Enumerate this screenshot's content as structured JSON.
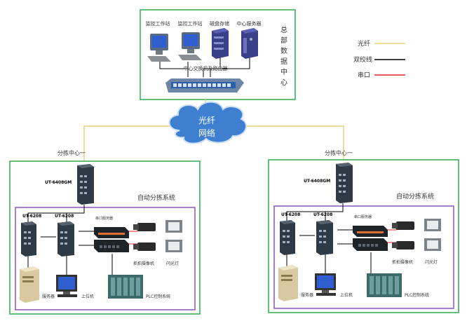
{
  "hq": {
    "title_chars": [
      "总",
      "部",
      "数",
      "据",
      "中",
      "心"
    ],
    "workstation1": "监控工作站",
    "workstation2": "监控工作站",
    "storage": "磁盘存储",
    "center_server": "中心服务器",
    "core_switch": "中心交换机及路由器"
  },
  "legend": {
    "fiber": "光纤",
    "twisted_pair": "双绞线",
    "serial": "串口",
    "fiber_color": "#e8d27a",
    "twisted_pair_color": "#000000",
    "serial_color": "#e0202a"
  },
  "cloud": {
    "line1": "光纤",
    "line2": "网络"
  },
  "branches": [
    {
      "center_label": "分拣中心一",
      "top_switch": "UT-6408GM",
      "system_label": "自动分拣系统",
      "switch_a": "UT-6208",
      "switch_b": "UT-6208",
      "serial_server": "串口服务器",
      "camera_label": "抓拍摄像机",
      "flash_label": "闪光灯",
      "server_label": "服务器",
      "pc_label": "上位机",
      "plc_label": "PLC控制系统"
    },
    {
      "center_label": "分拣中心一",
      "top_switch": "UT-6408GM",
      "system_label": "自动分拣系统",
      "switch_a": "UT-6208",
      "switch_b": "UT-6208",
      "serial_server": "串口服务器",
      "camera_label": "抓拍摄像机",
      "flash_label": "闪光灯",
      "server_label": "服务器",
      "pc_label": "上位机",
      "plc_label": "PLC控制系统"
    }
  ],
  "colors": {
    "green_border": "#2fa84f",
    "purple_border": "#8a55c0",
    "cloud": "#3f7fd0"
  }
}
